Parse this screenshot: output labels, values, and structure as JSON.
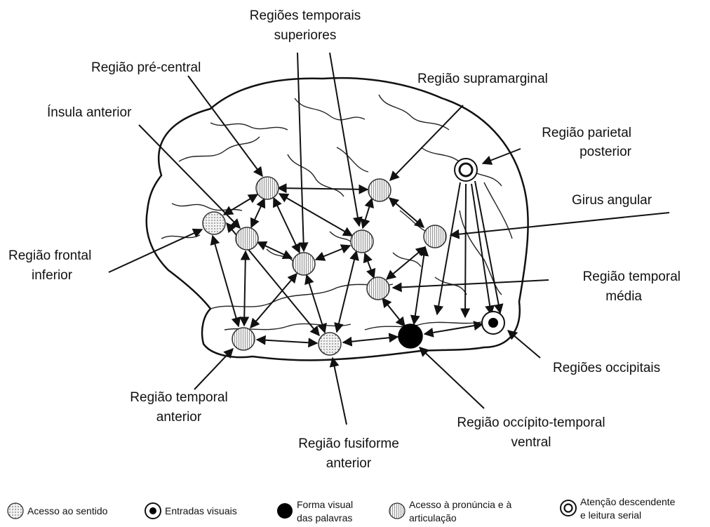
{
  "labels": {
    "temporal_superior": [
      "Regiões temporais",
      "superiores"
    ],
    "pre_central": "Região pré-central",
    "insula": "Ínsula anterior",
    "supramarginal": "Região supramarginal",
    "parietal_posterior": [
      "Região parietal",
      "posterior"
    ],
    "girus_angular": "Girus angular",
    "frontal_inferior": [
      "Região frontal",
      "inferior"
    ],
    "temporal_media": [
      "Região temporal",
      "média"
    ],
    "occipitais": "Regiões occipitais",
    "temporal_anterior": [
      "Região temporal",
      "anterior"
    ],
    "fusiforme": [
      "Região fusiforme",
      "anterior"
    ],
    "occipito_temporal": [
      "Região occípito-temporal",
      "ventral"
    ]
  },
  "legend": [
    {
      "icon": "dotted-circle-icon",
      "text": [
        "Acesso ao sentido"
      ]
    },
    {
      "icon": "ring-dot-icon",
      "text": [
        "Entradas visuais"
      ]
    },
    {
      "icon": "filled-circle-icon",
      "text": [
        "Forma visual",
        "das palavras"
      ]
    },
    {
      "icon": "striped-circle-icon",
      "text": [
        "Acesso à pronúncia e à",
        "articulação"
      ]
    },
    {
      "icon": "double-ring-icon",
      "text": [
        "Atenção descendente",
        "e leitura serial"
      ]
    }
  ]
}
